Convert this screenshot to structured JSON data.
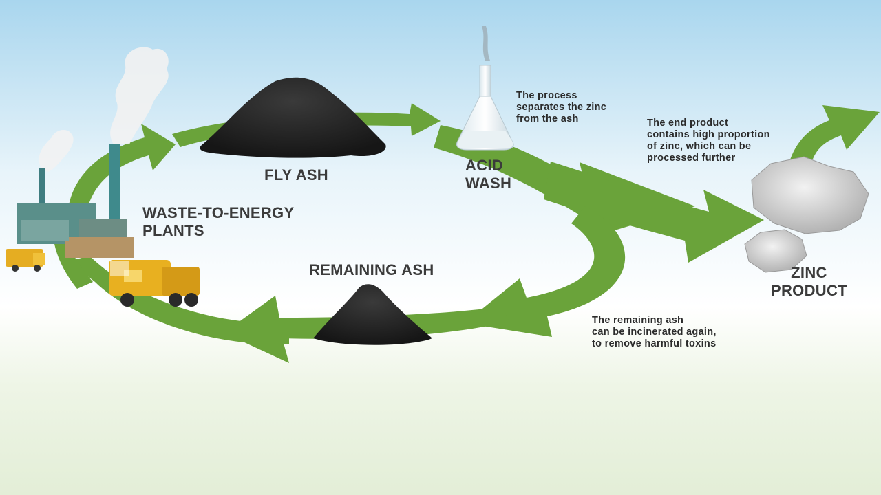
{
  "diagram": {
    "nodes": [
      {
        "id": "plants",
        "label": "WASTE-TO-ENERGY\nPLANTS"
      },
      {
        "id": "fly_ash",
        "label": "FLY ASH"
      },
      {
        "id": "acid_wash",
        "label": "ACID\nWASH"
      },
      {
        "id": "zinc_product",
        "label": "ZINC\nPRODUCT"
      },
      {
        "id": "remaining_ash",
        "label": "REMAINING ASH"
      }
    ],
    "notes": {
      "acid_wash": "The process\nseparates the zinc\nfrom the ash",
      "zinc_product": "The end product\ncontains high proportion\nof zinc, which can be\nprocessed further",
      "remaining_ash": "The remaining ash\ncan be incinerated again,\nto remove harmful toxins"
    },
    "flows": [
      {
        "from": "plants",
        "to": "fly_ash"
      },
      {
        "from": "fly_ash",
        "to": "acid_wash"
      },
      {
        "from": "acid_wash",
        "to": "zinc_product"
      },
      {
        "from": "acid_wash",
        "to": "remaining_ash"
      },
      {
        "from": "remaining_ash",
        "to": "plants"
      }
    ],
    "colors": {
      "arrow": "#6aa33a",
      "sky_top": "#a9d6ee",
      "ground": "#e6f0da",
      "text": "#3b3b3b"
    }
  }
}
